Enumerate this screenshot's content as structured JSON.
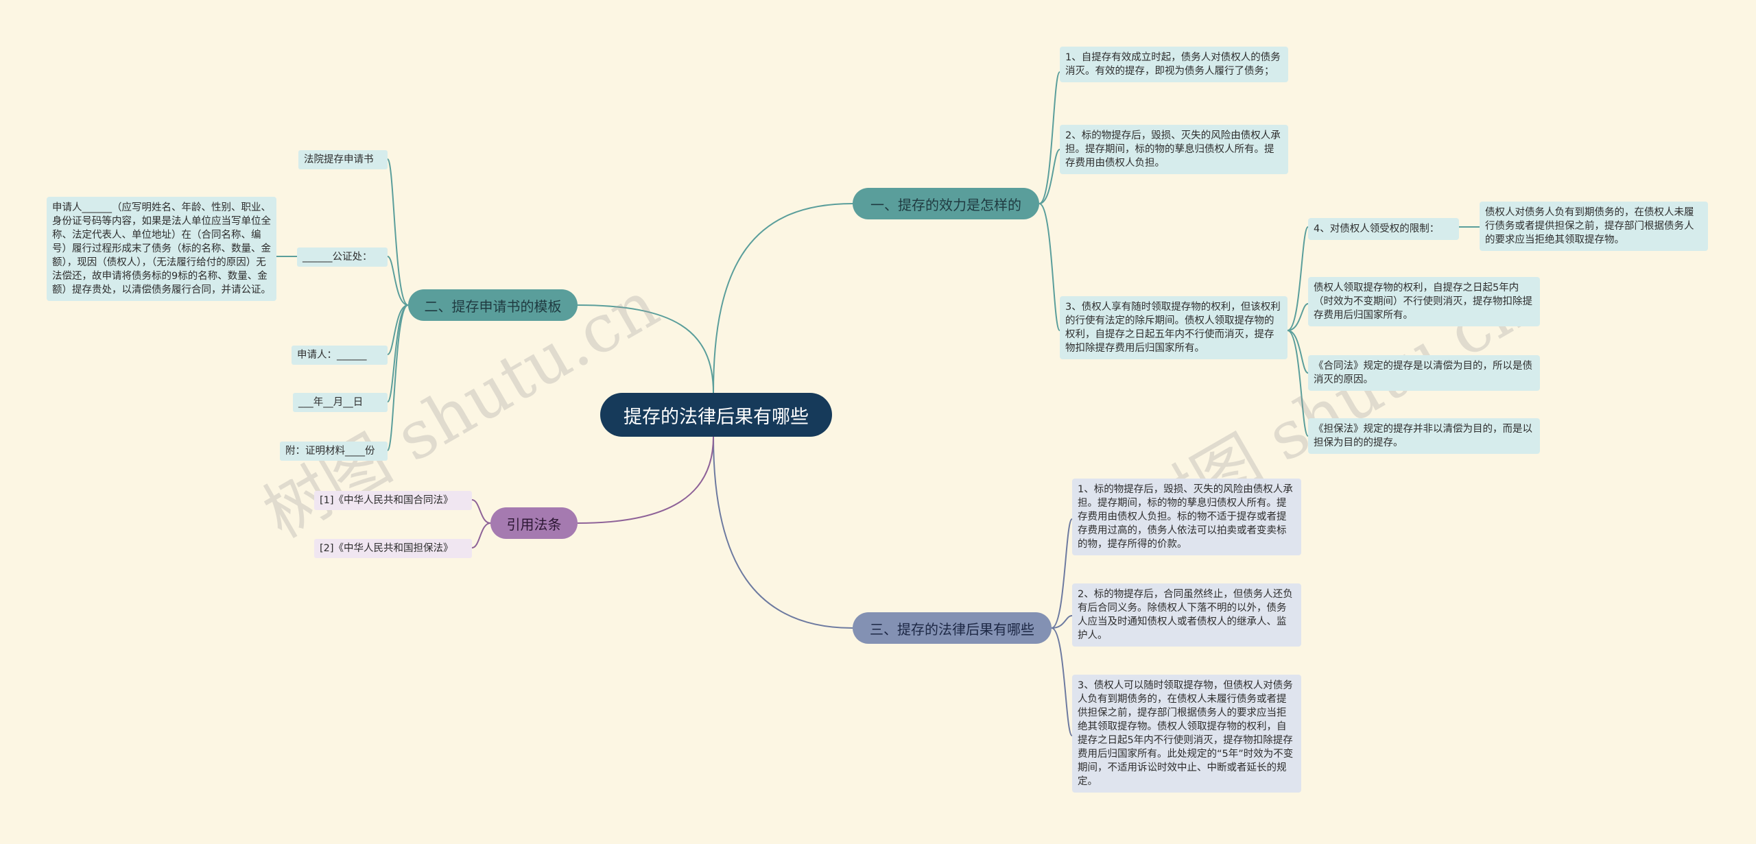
{
  "root": {
    "label": "提存的法律后果有哪些"
  },
  "branches": {
    "b1": {
      "label": "一、提存的效力是怎样的"
    },
    "b2": {
      "label": "二、提存申请书的模板"
    },
    "b3": {
      "label": "三、提存的法律后果有哪些"
    },
    "b4": {
      "label": "引用法条"
    }
  },
  "b1_items": {
    "i1": "1、自提存有效成立时起，债务人对债权人的债务消灭。有效的提存，即视为债务人履行了债务；",
    "i2": "2、标的物提存后，毁损、灭失的风险由债权人承担。提存期间，标的物的孳息归债权人所有。提存费用由债权人负担。",
    "i3": "3、债权人享有随时领取提存物的权利，但该权利的行使有法定的除斥期间。债权人领取提存物的权利，自提存之日起五年内不行使而消灭，提存物扣除提存费用后归国家所有。",
    "sub": {
      "s1": "4、对债权人领受权的限制：",
      "s1_detail": "债权人对债务人负有到期债务的，在债权人未履行债务或者提供担保之前，提存部门根据债务人的要求应当拒绝其领取提存物。",
      "s2": "债权人领取提存物的权利，自提存之日起5年内（时效为不变期间）不行使则消灭，提存物扣除提存费用后归国家所有。",
      "s3": "《合同法》规定的提存是以清偿为目的，所以是债消灭的原因。",
      "s4": "《担保法》规定的提存并非以清偿为目的，而是以担保为目的的提存。"
    }
  },
  "b2_items": {
    "t1": "法院提存申请书",
    "t2": "______公证处：",
    "t2_detail": "申请人______（应写明姓名、年龄、性别、职业、身份证号码等内容，如果是法人单位应当写单位全称、法定代表人、单位地址）在（合同名称、编号）履行过程形成末了债务（标的名称、数量、金额），现因（债权人），（无法履行给付的原因）无法偿还，故申请将债务标的9标的名称、数量、金额）提存贵处，以清偿债务履行合同，并请公证。",
    "t3": "申请人：______",
    "t4": "___年__月__日",
    "t5": "附：证明材料____份"
  },
  "b3_items": {
    "r1": "1、标的物提存后，毁损、灭失的风险由债权人承担。提存期间，标的物的孳息归债权人所有。提存费用由债权人负担。标的物不适于提存或者提存费用过高的，债务人依法可以拍卖或者变卖标的物，提存所得的价款。",
    "r2": "2、标的物提存后，合同虽然终止，但债务人还负有后合同义务。除债权人下落不明的以外，债务人应当及时通知债权人或者债权人的继承人、监护人。",
    "r3": "3、债权人可以随时领取提存物，但债权人对债务人负有到期债务的，在债权人未履行债务或者提供担保之前，提存部门根据债务人的要求应当拒绝其领取提存物。债权人领取提存物的权利，自提存之日起5年内不行使则消灭，提存物扣除提存费用后归国家所有。此处规定的“5年”时效为不变期间，不适用诉讼时效中止、中断或者延长的规定。"
  },
  "b4_items": {
    "c1": "[1]《中华人民共和国合同法》",
    "c2": "[2]《中华人民共和国担保法》"
  },
  "watermark": {
    "text": "树图 shutu.cn"
  },
  "colors": {
    "background": "#fcf6e3",
    "root": "#163a5a",
    "teal": "#5a9e9b",
    "slate": "#8391b3",
    "purple": "#a57ab0"
  }
}
